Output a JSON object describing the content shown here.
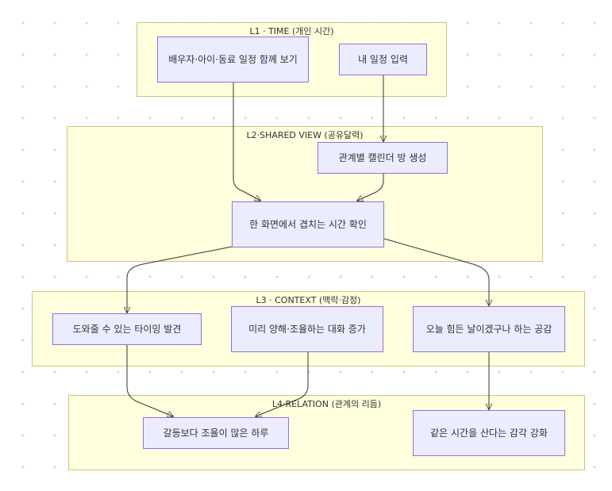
{
  "groups": {
    "l1": "L1 · TIME (개인 시간)",
    "l2": "L2·SHARED VIEW (공유달력)",
    "l3": "L3 · CONTEXT (맥락·감정)",
    "l4": "L4·RELATION (관계의 리듬)"
  },
  "nodes": {
    "view_together": "배우자·아이·동료 일정 함께 보기",
    "my_input": "내 일정 입력",
    "room_create": "관계별 캘린더 방 생성",
    "overlap": "한 화면에서 겹치는 시간 확인",
    "timing": "도와줄 수 있는 타이밍 발견",
    "talk": "미리 양해·조율하는 대화 증가",
    "empathy": "오늘 힘든 날이겠구나 하는 공감",
    "harmony": "갈등보다 조율이 많은 하루",
    "same_time": "같은 시간을 산다는 감각 강화"
  },
  "edges": [
    [
      "view_together",
      "overlap"
    ],
    [
      "my_input",
      "room_create"
    ],
    [
      "room_create",
      "overlap"
    ],
    [
      "overlap",
      "timing"
    ],
    [
      "overlap",
      "empathy"
    ],
    [
      "timing",
      "harmony"
    ],
    [
      "talk",
      "harmony"
    ],
    [
      "empathy",
      "same_time"
    ]
  ]
}
